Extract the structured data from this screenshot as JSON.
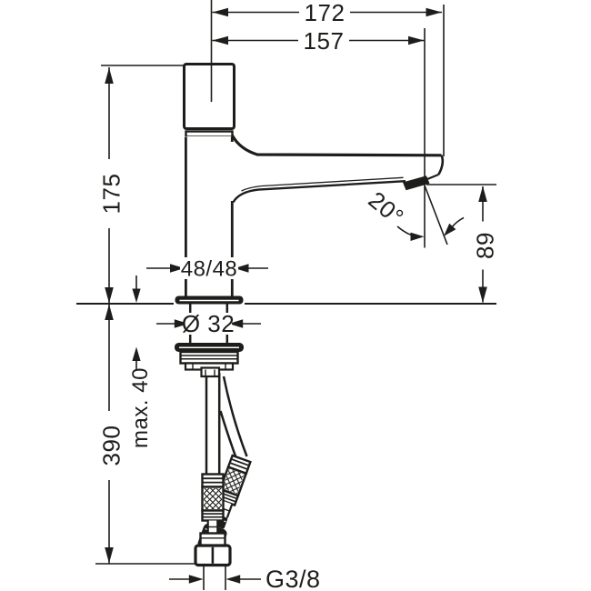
{
  "colors": {
    "ink": "#1d1d1b",
    "paper": "#ffffff"
  },
  "dims": {
    "d172": "172",
    "d157": "157",
    "d175": "175",
    "d390": "390",
    "d89": "89",
    "d4848": "48/48",
    "d32": "Ø 32",
    "d20": "20°",
    "dmax40": "max. 40",
    "dg38": "G3/8"
  }
}
